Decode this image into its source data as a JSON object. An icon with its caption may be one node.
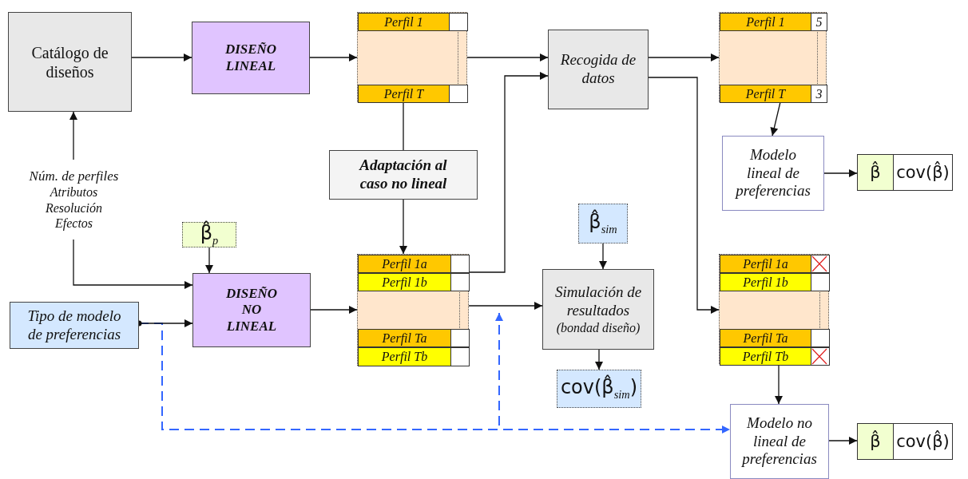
{
  "diagram": {
    "nodes": [
      {
        "text": [
          "Catálogo de diseños"
        ]
      },
      {
        "text": [
          "DISEÑO LINEAL"
        ]
      },
      {
        "text": [],
        "shape": "box"
      },
      {
        "text": [
          "Perfil 1"
        ],
        "in": 2
      },
      {
        "text": [
          "Perfil T"
        ],
        "in": 2
      },
      {
        "text": [
          "Recogida de datos"
        ]
      },
      {
        "text": [],
        "shape": "box"
      },
      {
        "text": [
          "Perfil 1",
          "5"
        ],
        "in": 6
      },
      {
        "text": [
          "Perfil T",
          "3"
        ],
        "in": 6
      },
      {
        "text": [
          "Modelo lineal de preferencias"
        ]
      },
      {
        "text": [
          "β̂",
          "cov(β̂)"
        ]
      },
      {
        "text": [
          "Adaptación al caso no lineal"
        ]
      },
      {
        "text": [
          "Núm. de perfiles",
          "Atributos",
          "Resolución",
          "Efectos"
        ]
      },
      {
        "text": [
          "β̂$_{p}$"
        ]
      },
      {
        "text": [
          "DISEÑO  NO LINEAL"
        ]
      },
      {
        "text": [
          "Tipo de modelo de preferencias"
        ]
      },
      {
        "text": [],
        "shape": "box"
      },
      {
        "text": [
          "Perfil 1a"
        ],
        "in": 16
      },
      {
        "text": [
          "Perfil 1b"
        ],
        "in": 16
      },
      {
        "text": [
          "Perfil Ta"
        ],
        "in": 16
      },
      {
        "text": [
          "Perfil Tb"
        ],
        "in": 16
      },
      {
        "text": [
          "β̂$_{sim}$"
        ]
      },
      {
        "text": [
          "Simulación de resultados",
          "(bondad diseño)"
        ]
      },
      {
        "text": [
          "cov(β̂$_{sim}$)"
        ]
      },
      {
        "text": [],
        "shape": "box"
      },
      {
        "text": [
          "Perfil 1a"
        ],
        "in": 24
      },
      {
        "text": [
          "Perfil 1b"
        ],
        "in": 24
      },
      {
        "text": [
          "Perfil Ta"
        ],
        "in": 24
      },
      {
        "text": [
          "Perfil Tb"
        ],
        "in": 24
      },
      {
        "text": [
          "Modelo no lineal de preferencias"
        ]
      },
      {
        "text": [
          "β̂",
          "cov(β̂)"
        ]
      }
    ],
    "edges": [
      {
        "from": 0,
        "to": 1,
        "arrow": "to"
      },
      {
        "from": 1,
        "to": 2,
        "arrow": "to"
      },
      {
        "from": 2,
        "to": 5,
        "arrow": "to"
      },
      {
        "from": 5,
        "to": 6,
        "arrow": "to"
      },
      {
        "from": 6,
        "to": 9,
        "arrow": "to"
      },
      {
        "from": 9,
        "to": 10,
        "arrow": "to"
      },
      {
        "from": 2,
        "to": 11,
        "arrow": "none"
      },
      {
        "from": 11,
        "to": 16,
        "arrow": "to"
      },
      {
        "from": 12,
        "to": 0,
        "arrow": "to"
      },
      {
        "from": 12,
        "to": 14,
        "arrow": "to"
      },
      {
        "from": 13,
        "to": 14,
        "arrow": "to"
      },
      {
        "from": 15,
        "to": 14,
        "arrow": "to"
      },
      {
        "from": 14,
        "to": 16,
        "arrow": "to"
      },
      {
        "from": 16,
        "to": 5,
        "arrow": "to"
      },
      {
        "from": 16,
        "to": 22,
        "arrow": "to"
      },
      {
        "from": 21,
        "to": 22,
        "arrow": "to"
      },
      {
        "from": 22,
        "to": 23,
        "arrow": "to"
      },
      {
        "from": 5,
        "to": 24,
        "arrow": "to"
      },
      {
        "from": 24,
        "to": 29,
        "arrow": "to"
      },
      {
        "from": 29,
        "to": 30,
        "arrow": "to"
      },
      {
        "from": 15,
        "to": 29,
        "arrow": "to",
        "style": "dashed",
        "color": "#3366ff"
      },
      {
        "from": 15,
        "to": null,
        "arrow": "to",
        "style": "dashed",
        "color": "#3366ff"
      }
    ]
  }
}
